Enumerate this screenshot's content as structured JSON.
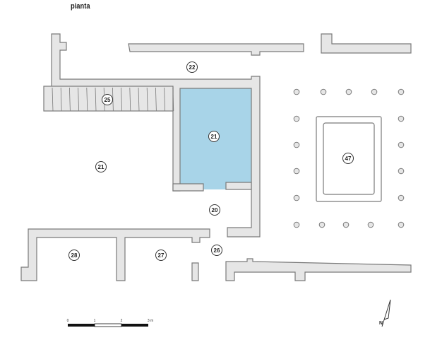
{
  "title": "pianta",
  "colors": {
    "wall_fill": "#e6e6e6",
    "wall_stroke": "#7a7a7a",
    "highlight_room": "#a8d4e8"
  },
  "highlighted_room": "21",
  "room_labels": [
    "22",
    "25",
    "21",
    "21",
    "47",
    "20",
    "26",
    "28",
    "27"
  ],
  "scale_bar": {
    "ticks": [
      "0",
      "1",
      "2",
      "3 m"
    ]
  },
  "north_arrow": {
    "label": "N"
  }
}
